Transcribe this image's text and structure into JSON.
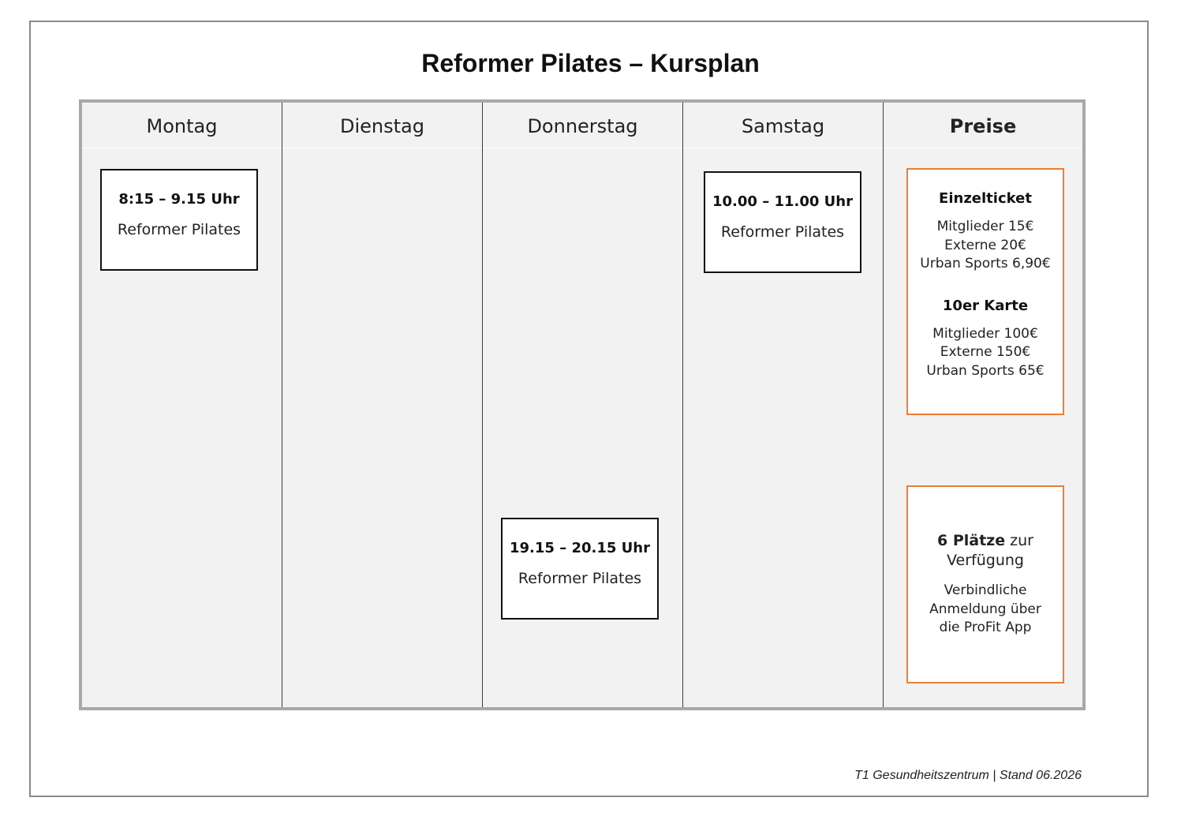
{
  "title": "Reformer Pilates – Kursplan",
  "days": {
    "montag": "Montag",
    "dienstag": "Dienstag",
    "donnerstag": "Donnerstag",
    "samstag": "Samstag",
    "preise": "Preise"
  },
  "sessions": {
    "montag": {
      "time": "8:15 – 9.15 Uhr",
      "name": "Reformer Pilates"
    },
    "donnerstag": {
      "time": "19.15 – 20.15 Uhr",
      "name": "Reformer Pilates"
    },
    "samstag": {
      "time": "10.00 – 11.00 Uhr",
      "name": "Reformer Pilates"
    }
  },
  "prices": {
    "single": {
      "heading": "Einzelticket",
      "members": "Mitglieder 15€",
      "external": "Externe 20€",
      "urban": "Urban Sports 6,90€"
    },
    "ten": {
      "heading": "10er Karte",
      "members": "Mitglieder 100€",
      "external": "Externe 150€",
      "urban": "Urban Sports 65€"
    }
  },
  "availability": {
    "count_bold": "6 Plätze",
    "count_rest": "zur",
    "count_line2": "Verfügung",
    "note_line1": "Verbindliche",
    "note_line2": "Anmeldung über",
    "note_line3": "die ProFit App"
  },
  "footer": "T1 Gesundheitszentrum | Stand 06.2026",
  "colors": {
    "accent": "#ed7d31",
    "panel": "#f2f2f2",
    "frame": "#a8a8a8"
  }
}
